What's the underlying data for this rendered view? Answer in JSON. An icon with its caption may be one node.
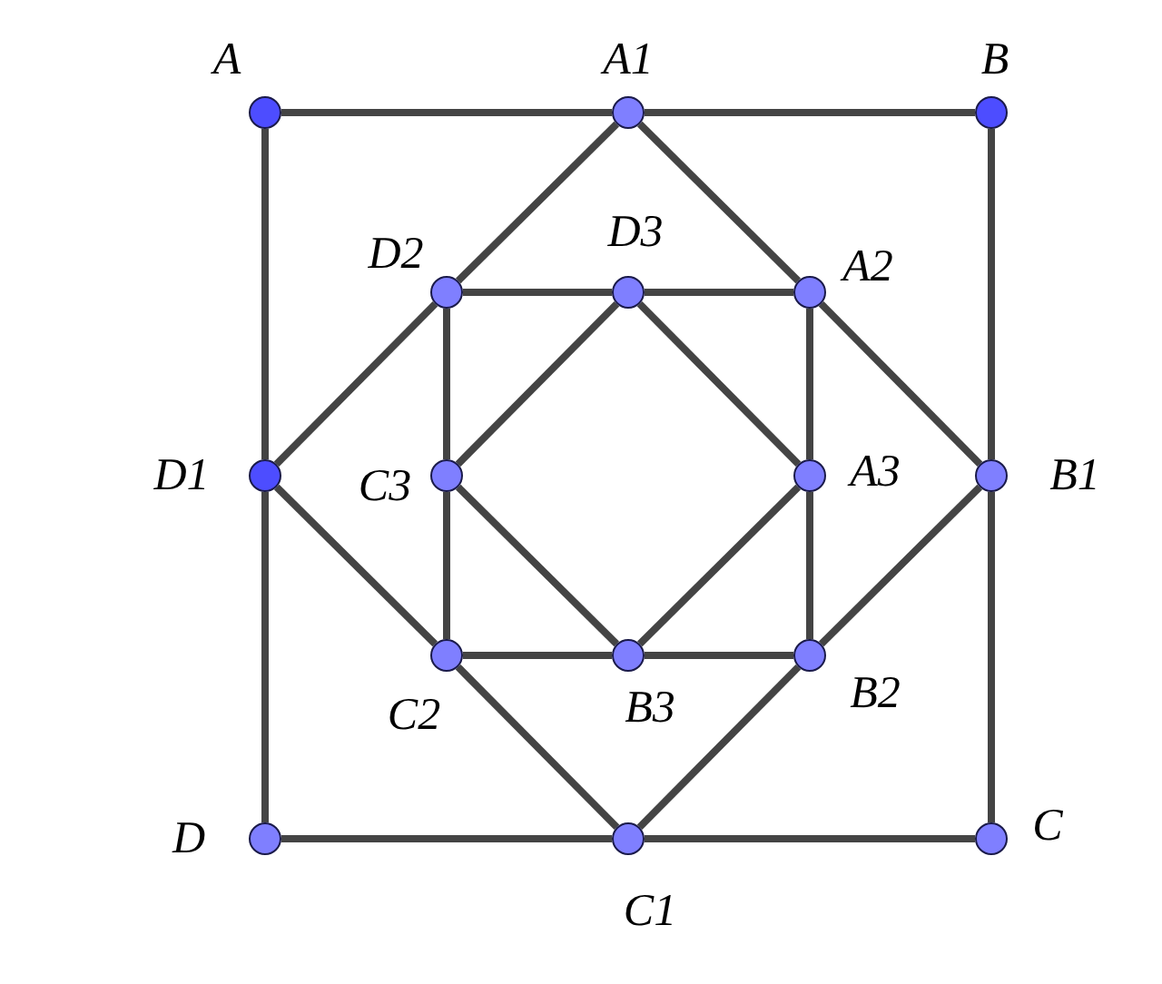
{
  "diagram": {
    "nodes": [
      {
        "text": [],
        "shape": "circle",
        "beside": [
          "A"
        ]
      },
      {
        "text": [],
        "shape": "circle",
        "beside": [
          "A1"
        ]
      },
      {
        "text": [],
        "shape": "circle",
        "beside": [
          "B"
        ]
      },
      {
        "text": [],
        "shape": "circle",
        "beside": [
          "D2"
        ]
      },
      {
        "text": [],
        "shape": "circle",
        "beside": [
          "D3"
        ]
      },
      {
        "text": [],
        "shape": "circle",
        "beside": [
          "A2"
        ]
      },
      {
        "text": [],
        "shape": "circle",
        "beside": [
          "D1"
        ]
      },
      {
        "text": [],
        "shape": "circle",
        "beside": [
          "C3"
        ]
      },
      {
        "text": [],
        "shape": "circle",
        "beside": [
          "A3"
        ]
      },
      {
        "text": [],
        "shape": "circle",
        "beside": [
          "B1"
        ]
      },
      {
        "text": [],
        "shape": "circle",
        "beside": [
          "C2"
        ]
      },
      {
        "text": [],
        "shape": "circle",
        "beside": [
          "B3"
        ]
      },
      {
        "text": [],
        "shape": "circle",
        "beside": [
          "B2"
        ]
      },
      {
        "text": [],
        "shape": "circle",
        "beside": [
          "D"
        ]
      },
      {
        "text": [],
        "shape": "circle",
        "beside": [
          "C1"
        ]
      },
      {
        "text": [],
        "shape": "circle",
        "beside": [
          "C"
        ]
      }
    ],
    "edges": [
      {
        "from": 0,
        "to": 1,
        "arrow": "none"
      },
      {
        "from": 1,
        "to": 2,
        "arrow": "none"
      },
      {
        "from": 2,
        "to": 9,
        "arrow": "none"
      },
      {
        "from": 9,
        "to": 15,
        "arrow": "none"
      },
      {
        "from": 15,
        "to": 14,
        "arrow": "none"
      },
      {
        "from": 14,
        "to": 13,
        "arrow": "none"
      },
      {
        "from": 13,
        "to": 6,
        "arrow": "none"
      },
      {
        "from": 6,
        "to": 0,
        "arrow": "none"
      },
      {
        "from": 1,
        "to": 5,
        "arrow": "none"
      },
      {
        "from": 5,
        "to": 9,
        "arrow": "none"
      },
      {
        "from": 9,
        "to": 12,
        "arrow": "none"
      },
      {
        "from": 12,
        "to": 14,
        "arrow": "none"
      },
      {
        "from": 14,
        "to": 10,
        "arrow": "none"
      },
      {
        "from": 10,
        "to": 6,
        "arrow": "none"
      },
      {
        "from": 6,
        "to": 3,
        "arrow": "none"
      },
      {
        "from": 3,
        "to": 1,
        "arrow": "none"
      },
      {
        "from": 3,
        "to": 4,
        "arrow": "none"
      },
      {
        "from": 4,
        "to": 5,
        "arrow": "none"
      },
      {
        "from": 5,
        "to": 8,
        "arrow": "none"
      },
      {
        "from": 8,
        "to": 12,
        "arrow": "none"
      },
      {
        "from": 12,
        "to": 11,
        "arrow": "none"
      },
      {
        "from": 11,
        "to": 10,
        "arrow": "none"
      },
      {
        "from": 10,
        "to": 7,
        "arrow": "none"
      },
      {
        "from": 7,
        "to": 3,
        "arrow": "none"
      },
      {
        "from": 4,
        "to": 8,
        "arrow": "none"
      },
      {
        "from": 8,
        "to": 11,
        "arrow": "none"
      },
      {
        "from": 11,
        "to": 7,
        "arrow": "none"
      },
      {
        "from": 7,
        "to": 4,
        "arrow": "none"
      }
    ]
  }
}
